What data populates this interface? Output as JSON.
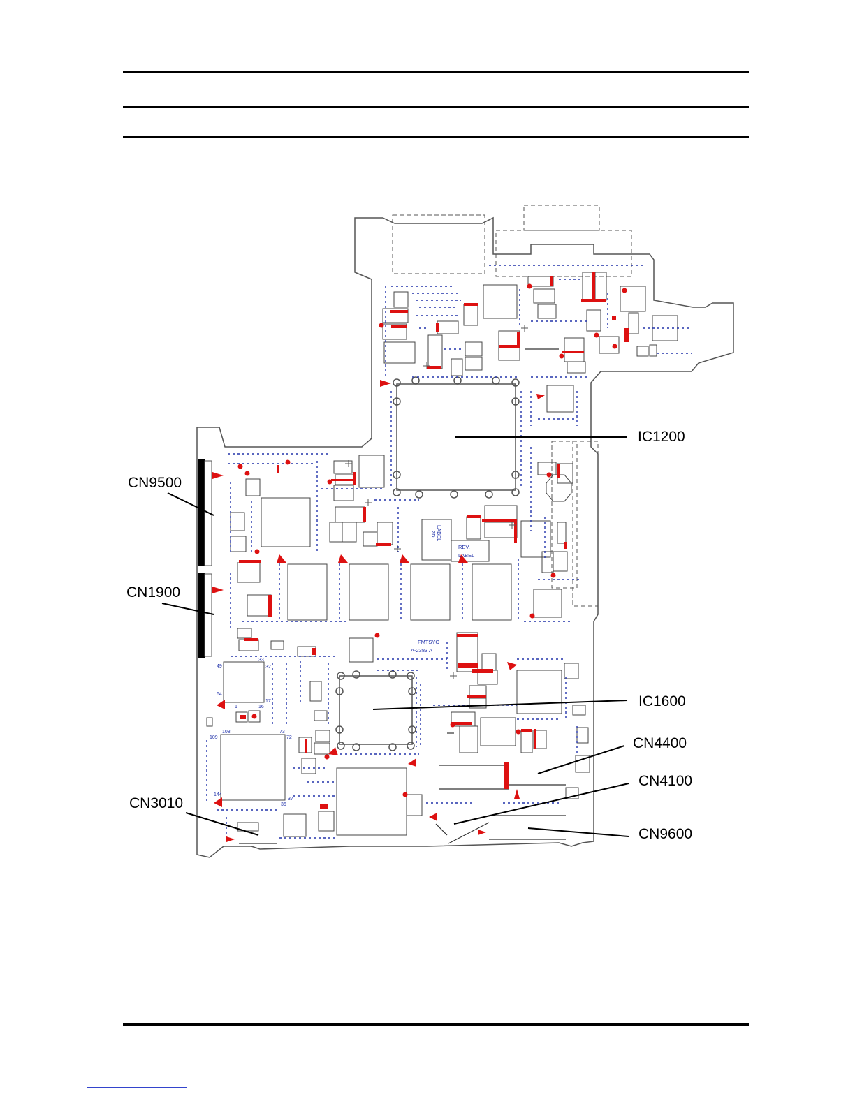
{
  "diagram": {
    "callouts": [
      {
        "id": "ic1200",
        "label": "IC1200"
      },
      {
        "id": "cn9500",
        "label": "CN9500"
      },
      {
        "id": "cn1900",
        "label": "CN1900"
      },
      {
        "id": "ic1600",
        "label": "IC1600"
      },
      {
        "id": "cn4400",
        "label": "CN4400"
      },
      {
        "id": "cn4100",
        "label": "CN4100"
      },
      {
        "id": "cn3010",
        "label": "CN3010"
      },
      {
        "id": "cn9600",
        "label": "CN9600"
      }
    ],
    "board_text": {
      "label_2d_line1": "2D",
      "label_2d_line2": "LABEL",
      "rev_line1": "REV.",
      "rev_line2": "LABEL",
      "fab_line1": "FMTSYO",
      "fab_line2": "A-2383 A",
      "pin_49": "49",
      "pin_33": "33",
      "pin_32": "32",
      "pin_64": "64",
      "pin_17": "17",
      "pin_1": "1",
      "pin_16": "16",
      "pin_108": "108",
      "pin_109": "109",
      "pin_73": "73",
      "pin_72": "72",
      "pin_144": "144",
      "pin_37": "37",
      "pin_36": "36"
    },
    "colors": {
      "outline": "#555555",
      "silkscreen": "#2233aa",
      "marker": "#dd1111",
      "connector": "#000000"
    }
  }
}
